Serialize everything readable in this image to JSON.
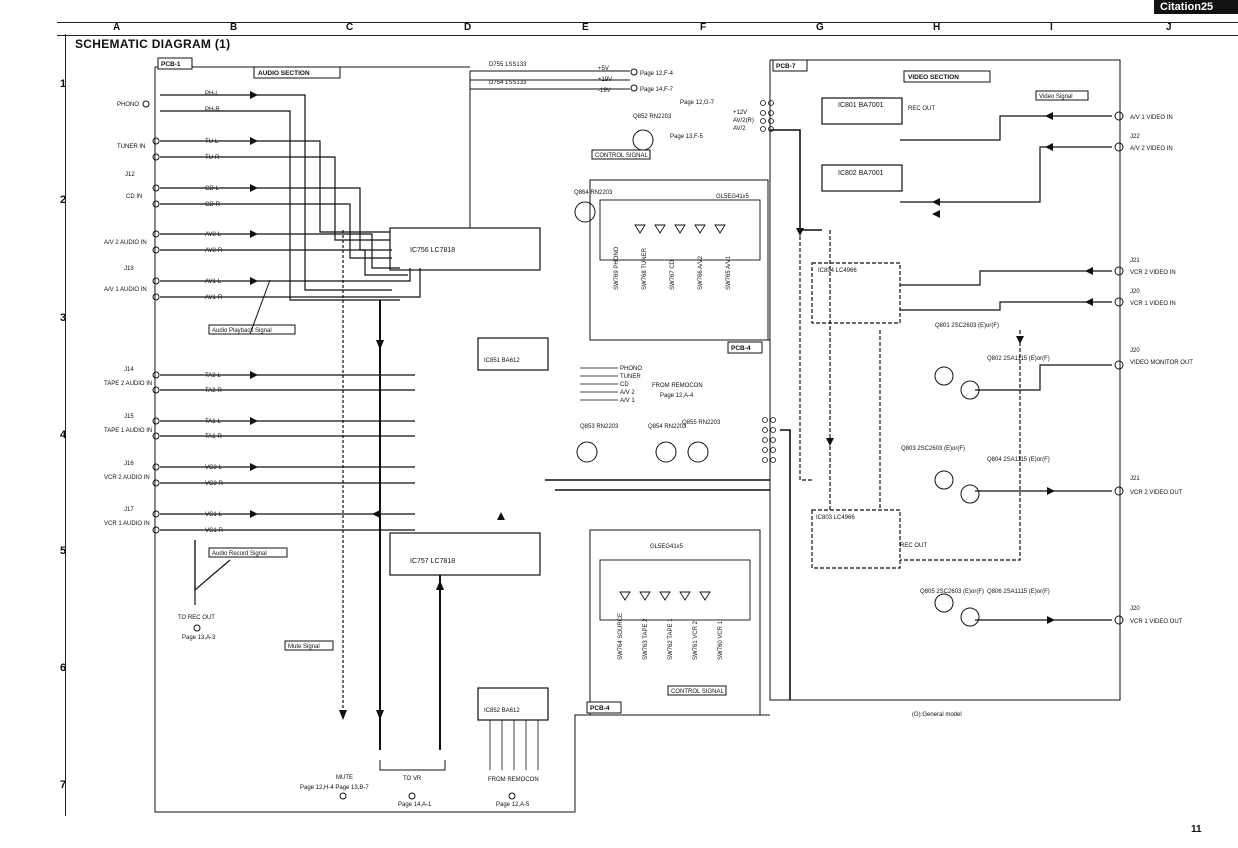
{
  "header": {
    "brand": "Citation25",
    "title": "SCHEMATIC DIAGRAM (1)",
    "page_number": "11",
    "columns": [
      "A",
      "B",
      "C",
      "D",
      "E",
      "F",
      "G",
      "H",
      "I",
      "J"
    ],
    "rows": [
      "1",
      "2",
      "3",
      "4",
      "5",
      "6",
      "7"
    ]
  },
  "pcb_labels": {
    "pcb1": "PCB-1",
    "pcb7": "PCB-7",
    "pcb4_a": "PCB-4",
    "pcb4_b": "PCB-4"
  },
  "sections": {
    "audio": "AUDIO SECTION",
    "video": "VIDEO SECTION"
  },
  "audio_inputs": [
    {
      "jack": "",
      "name": "PHONO",
      "lines": [
        "PH-L",
        "PH-R"
      ]
    },
    {
      "jack": "",
      "name": "TUNER IN",
      "lines": [
        "TU-L",
        "TU-R"
      ]
    },
    {
      "jack": "J12",
      "name": "CD IN",
      "lines": [
        "CD-L",
        "CD-R"
      ]
    },
    {
      "jack": "",
      "name": "A/V 2 AUDIO IN",
      "lines": [
        "AV2-L",
        "AV2-R"
      ]
    },
    {
      "jack": "J13",
      "name": "A/V 1 AUDIO IN",
      "lines": [
        "AV1-L",
        "AV1-R"
      ]
    },
    {
      "jack": "J14",
      "name": "TAPE 2 AUDIO IN",
      "lines": [
        "TA2-L",
        "TA2-R"
      ]
    },
    {
      "jack": "J15",
      "name": "TAPE 1 AUDIO IN",
      "lines": [
        "TA1-L",
        "TA1-R"
      ]
    },
    {
      "jack": "J16",
      "name": "VCR 2 AUDIO IN",
      "lines": [
        "VC2-L",
        "VC2-R"
      ]
    },
    {
      "jack": "J17",
      "name": "VCR 1 AUDIO IN",
      "lines": [
        "VC1-L",
        "VC1-R"
      ]
    }
  ],
  "ics": {
    "ic756": "IC756  LC7818",
    "ic757": "IC757  LC7818",
    "ic851": "IC851  BA612",
    "ic852": "IC852  BA612",
    "ic801": "IC801  BA7001",
    "ic802": "IC802  BA7001",
    "ic804": "IC804  LC4966",
    "ic803": "IC803  LC4966",
    "led_array_1": "GL5EG41x5",
    "led_array_2": "GL5EG41x5"
  },
  "signals": {
    "audio_playback": "Audio Playback Signal",
    "audio_record": "Audio Record Signal",
    "mute": "Mute Signal",
    "control_1": "CONTROL SIGNAL",
    "control_2": "CONTROL SIGNAL",
    "video": "Video Signal"
  },
  "power": {
    "plus5": "+5V",
    "plus19": "+19V",
    "minus19": "-19V",
    "ref5": "Page 12,F-4",
    "ref19": "Page 14,F-7",
    "diode1": "D755 1SS133",
    "diode2": "D754 1SS133",
    "plus12": "+12V",
    "av2r": "AV/2(R)",
    "av2": "AV/2",
    "ref_g7": "Page 12,G-7",
    "ref_f5": "Page 13,F-5"
  },
  "remocon": {
    "items": [
      "PHONO",
      "TUNER",
      "CD",
      "A/V 2",
      "A/V 1"
    ],
    "from": "FROM REMOCON",
    "ref": "Page 12,A-4",
    "bottom_from": "FROM REMOCON",
    "bottom_ref": "Page 12,A-5"
  },
  "switches_top": [
    "SW769 PHONO",
    "SW768 TUNER",
    "SW767 CD",
    "SW766 A/V2",
    "SW765 A/V1"
  ],
  "switches_bottom": [
    "SW764 SOURCE",
    "SW763 TAPE 2",
    "SW762 TAPE 1",
    "SW761 VCR 2",
    "SW760 VCR 1"
  ],
  "transistors": {
    "q852": "Q852 RN2203",
    "q864": "Q864 RN2203",
    "q853": "Q853 RN2203",
    "q854": "Q854 RN2203",
    "q855": "Q855 RN2203",
    "q801": "Q801 2SC2603 (E)or(F)",
    "q802": "Q802 2SA1115 (E)or(F)",
    "q803": "Q803 2SC2603 (E)or(F)",
    "q804": "Q804 2SA1115 (E)or(F)",
    "q805": "Q805 2SC2603 (E)or(F)",
    "q806": "Q806 2SA1115 (E)or(F)"
  },
  "outputs": {
    "rec_out": "TO REC OUT",
    "rec_ref": "Page 13,A-3",
    "mute": "MUTE",
    "mute_ref": "Page 12,H-4 Page 13,B-7",
    "to_vr": "TO VR",
    "vr_ref": "Page 14,A-1",
    "video_rec_out": "REC OUT",
    "rec_out_2": "REC OUT"
  },
  "video_jacks": [
    {
      "jack": "",
      "name": "A/V 1 VIDEO IN"
    },
    {
      "jack": "J22",
      "name": "A/V 2 VIDEO IN"
    },
    {
      "jack": "J21",
      "name": "VCR 2 VIDEO IN"
    },
    {
      "jack": "J20",
      "name": "VCR 1 VIDEO IN"
    },
    {
      "jack": "J20",
      "name": "VIDEO MONITOR OUT"
    },
    {
      "jack": "J21",
      "name": "VCR 2 VIDEO OUT"
    },
    {
      "jack": "J20",
      "name": "VCR 1 VIDEO OUT"
    }
  ],
  "notes": {
    "general_model": "(G):General model"
  },
  "colors": {
    "ink": "#111111",
    "paper": "#ffffff"
  }
}
